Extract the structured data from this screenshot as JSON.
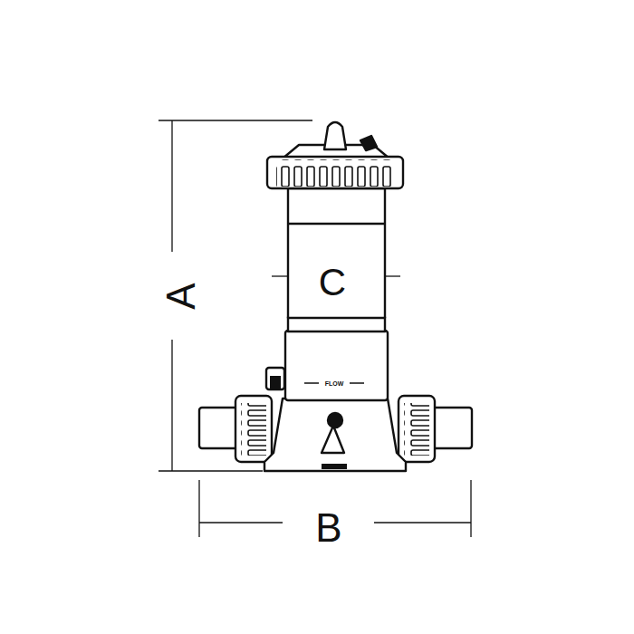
{
  "diagram": {
    "labels": [
      "A",
      "B",
      "C",
      "FLOW"
    ]
  }
}
